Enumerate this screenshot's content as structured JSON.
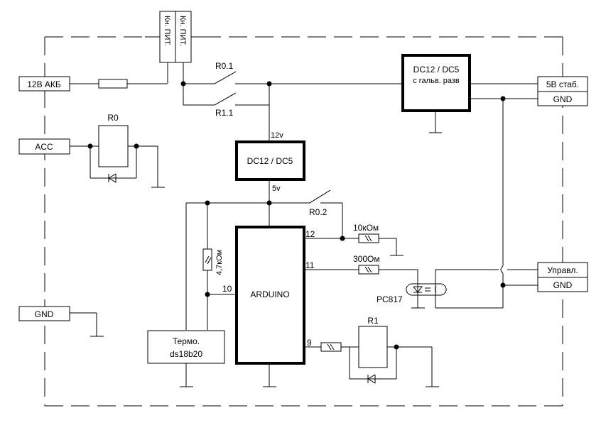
{
  "diagram": {
    "type": "electrical-schematic",
    "colors": {
      "line": "#000000",
      "background": "#ffffff"
    },
    "power_buttons": [
      {
        "label": "Кн. ПИТ."
      },
      {
        "label": "Кн. ПИТ."
      }
    ],
    "terminals": {
      "battery": "12В АКБ",
      "acc": "ACC",
      "gnd_left": "GND",
      "out_5v": "5В стаб.",
      "out_gnd": "GND",
      "control": "Управл.",
      "control_gnd": "GND"
    },
    "relays": {
      "r0": "R0",
      "r1": "R1"
    },
    "contacts": {
      "r0_1": "R0.1",
      "r1_1": "R1.1",
      "r0_2": "R0.2"
    },
    "converters": {
      "isolated": {
        "line1": "DC12 / DC5",
        "line2": "с гальв. разв"
      },
      "main": {
        "label": "DC12 / DC5",
        "input": "12v",
        "output": "5v"
      }
    },
    "mcu": {
      "label": "ARDUINO",
      "pins": {
        "p12": "12",
        "p11": "11",
        "p10": "10",
        "p9": "9"
      }
    },
    "resistors": {
      "r_10k": "10кОм",
      "r_300": "300Ом",
      "r_4k7": "4,7кОм"
    },
    "optocoupler": "PC817",
    "sensor": {
      "line1": "Термо.",
      "line2": "ds18b20"
    }
  }
}
